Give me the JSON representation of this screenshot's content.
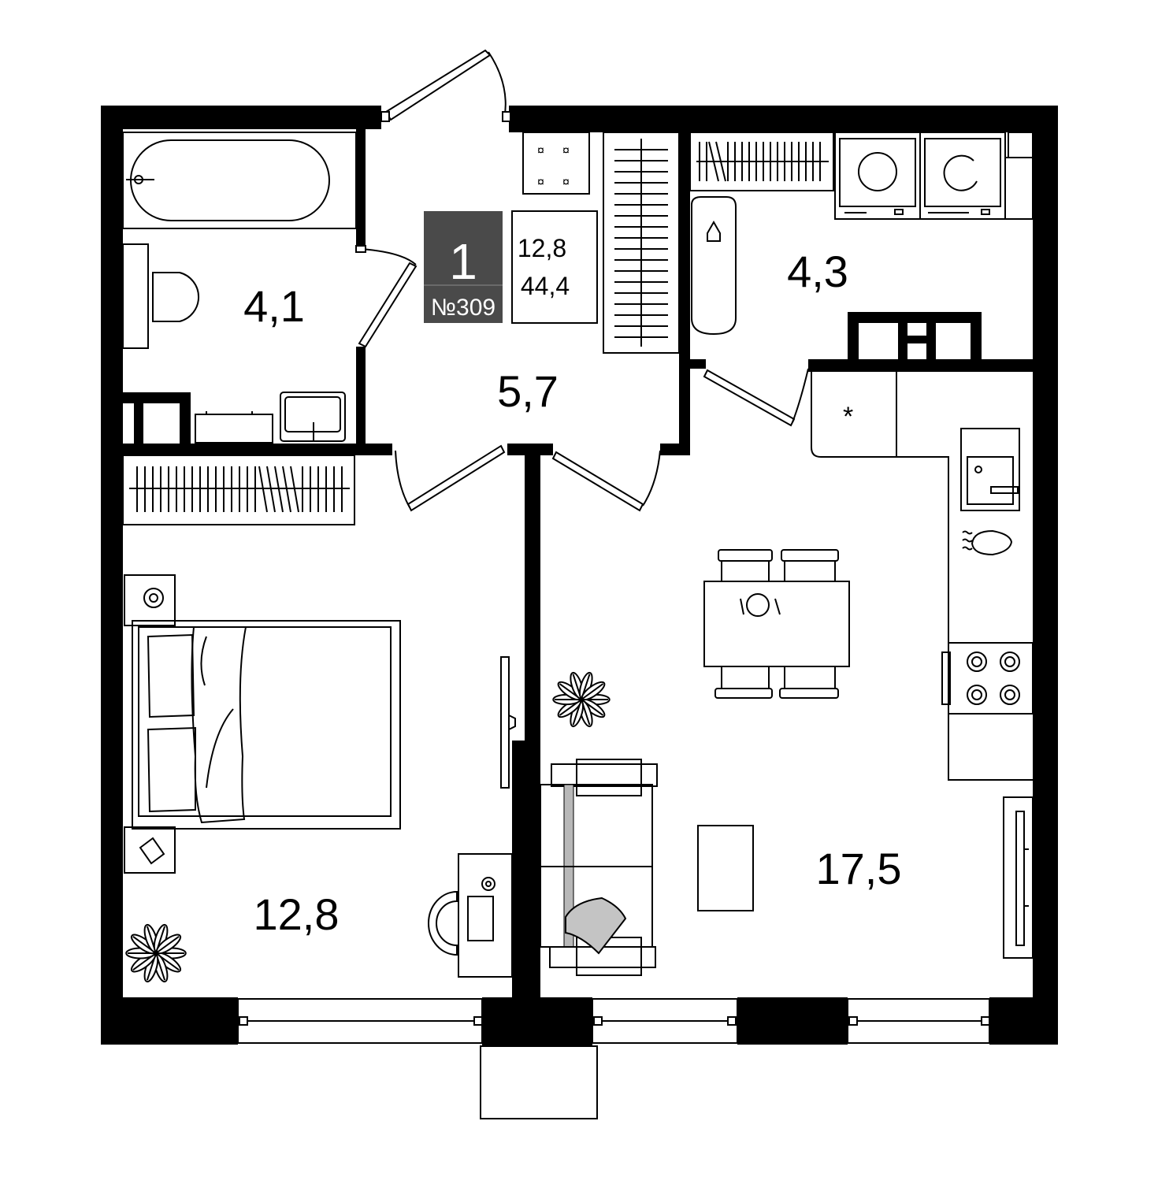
{
  "plan": {
    "badge": {
      "rooms": "1",
      "apartment_no": "№309",
      "living_area": "12,8",
      "total_area": "44,4",
      "fill_color": "#4a4a4a"
    },
    "rooms": {
      "bathroom": "4,1",
      "hallway": "5,7",
      "laundry": "4,3",
      "bedroom": "12,8",
      "kitchen_living": "17,5"
    },
    "icons": [
      "bathtub-icon",
      "toilet-icon",
      "sink-icon",
      "stove-icon",
      "washer-icon",
      "dryer-icon",
      "ironing-board-icon",
      "wardrobe-icon",
      "bed-icon",
      "desk-icon",
      "plant-icon",
      "sofa-icon",
      "table-icon",
      "tv-icon",
      "fridge-icon"
    ]
  }
}
